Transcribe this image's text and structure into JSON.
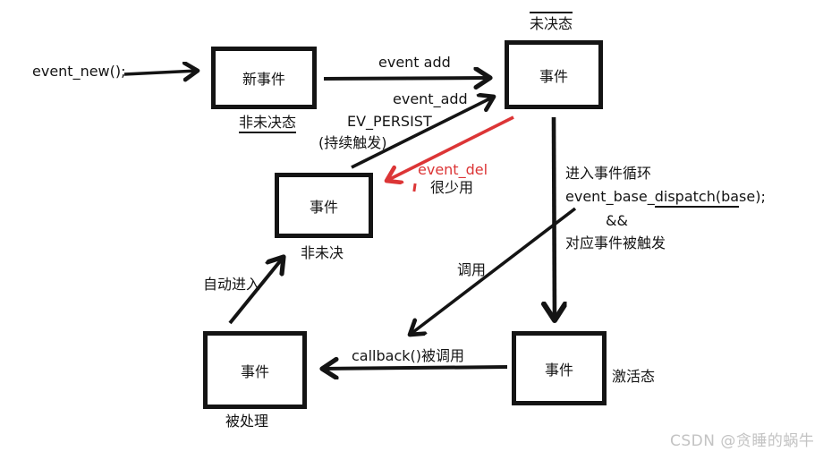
{
  "colors": {
    "ink": "#141414",
    "red": "#dc3536",
    "watermark": "#c3c3c3"
  },
  "nodes": {
    "new_event": {
      "label": "新事件",
      "state": "非未决态"
    },
    "pending": {
      "label": "事件",
      "state": "未决态"
    },
    "nonpending": {
      "label": "事件",
      "state": "非未决"
    },
    "active": {
      "label": "事件",
      "state": "激活态"
    },
    "processed": {
      "label": "事件",
      "state": "被处理"
    }
  },
  "labels": {
    "event_new": "event_new();",
    "event_add": "event add",
    "event_add_persist": "event_add",
    "ev_persist": "EV_PERSIST",
    "persist_note": "(持续触发)",
    "event_del": "event_del",
    "rarely_used": "很少用",
    "enter_loop": "进入事件循环",
    "dispatch_pre": "event_base_",
    "dispatch_underlined": "dispatch(ba",
    "dispatch_post": "se);",
    "and_operator": "&&",
    "event_triggered": "对应事件被触发",
    "call": "调用",
    "auto_enter": "自动进入",
    "callback_called": "callback()被调用"
  },
  "watermark": "CSDN @贪睡的蜗牛"
}
